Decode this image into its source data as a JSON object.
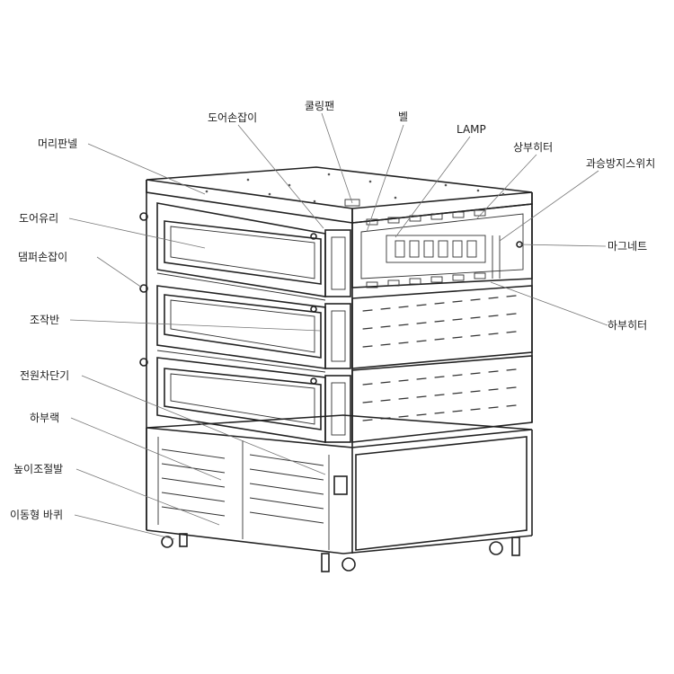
{
  "labels": {
    "head_panel": "머리판넬",
    "door_glass": "도어유리",
    "damper_handle": "댐퍼손잡이",
    "control_panel": "조작반",
    "power_breaker": "전원차단기",
    "lower_rack": "하부랙",
    "leveling_foot": "높이조절발",
    "caster_wheel": "이동형 바퀴",
    "door_handle": "도어손잡이",
    "cooling_fan": "쿨링팬",
    "bell": "벨",
    "lamp": "LAMP",
    "upper_heater": "상부히터",
    "overheat_switch": "과승방지스위치",
    "magnet": "마그네트",
    "lower_heater": "하부히터"
  }
}
